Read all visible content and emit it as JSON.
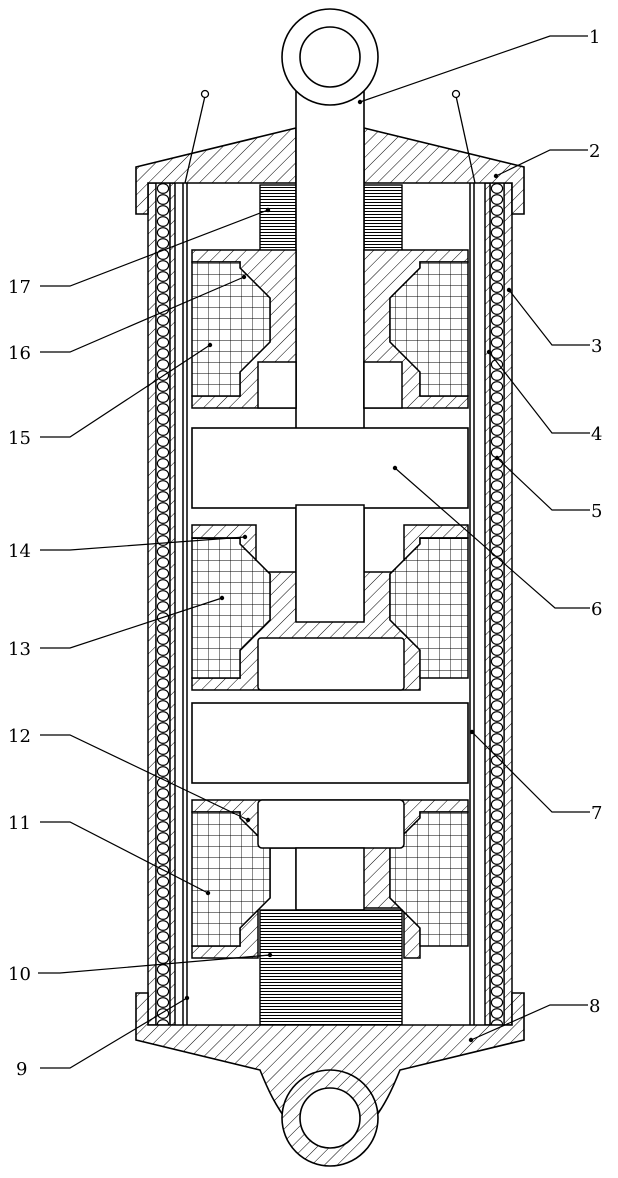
{
  "labels": {
    "l1": "1",
    "l2": "2",
    "l3": "3",
    "l4": "4",
    "l5": "5",
    "l6": "6",
    "l7": "7",
    "l8": "8",
    "l9": "9",
    "l10": "10",
    "l11": "11",
    "l12": "12",
    "l13": "13",
    "l14": "14",
    "l15": "15",
    "l16": "16",
    "l17": "17"
  },
  "colors": {
    "line": "#000000",
    "fill": "#ffffff"
  }
}
